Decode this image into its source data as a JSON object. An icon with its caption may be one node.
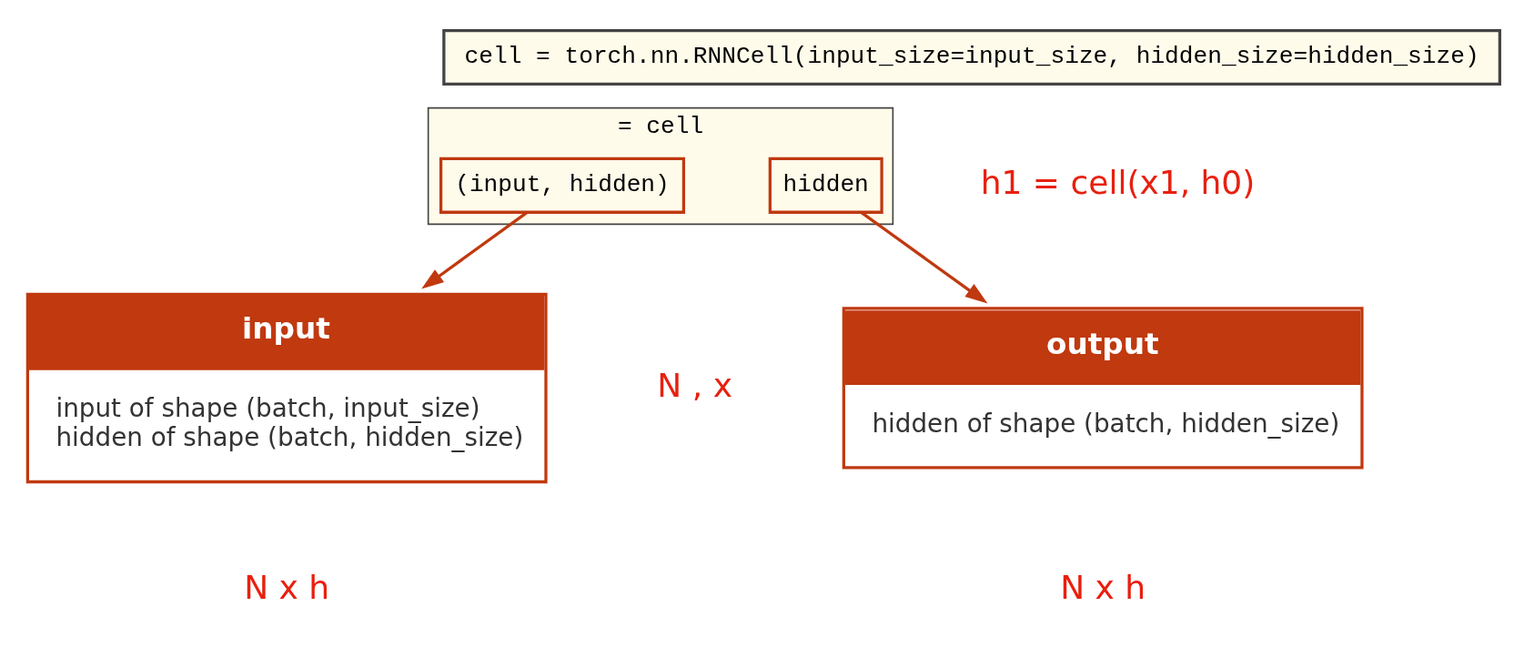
{
  "diagram": {
    "nodes": [
      {
        "text": [
          "cell = torch.nn.RNNCell(input_size=input_size, hidden_size=hidden_size)"
        ]
      },
      {
        "text": [
          "= cell"
        ]
      },
      {
        "text": [
          "hidden"
        ],
        "in": 1
      },
      {
        "text": [
          "(input, hidden)"
        ],
        "in": 1
      },
      {
        "text": [
          "input",
          "input of shape (batch, input_size)",
          "hidden of shape (batch, hidden_size)"
        ]
      },
      {
        "text": [
          "output",
          "hidden of shape (batch, hidden_size)"
        ]
      }
    ],
    "edges": [
      {
        "from": 3,
        "to": 4,
        "arrow": "to"
      },
      {
        "from": 2,
        "to": 5,
        "arrow": "to"
      }
    ],
    "labels": [
      "h1 = cell(x1, h0)",
      "N , x",
      "N x h",
      "N x h"
    ]
  }
}
